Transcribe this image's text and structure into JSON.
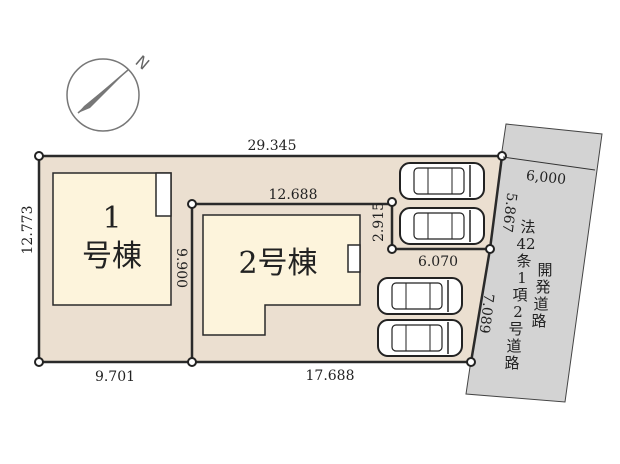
{
  "compass": {
    "north_label": "N"
  },
  "buildings": {
    "b1_number": "1",
    "b1_label": "号棟",
    "b2_label": "2号棟"
  },
  "dimensions": {
    "top": "29.345",
    "left": "12.773",
    "bottom_left": "9.701",
    "bottom_right": "17.688",
    "lot2_top": "12.688",
    "lot2_left": "9.900",
    "notch_height": "2.915",
    "notch_width": "6.070",
    "right_upper": "5.867",
    "right_lower": "7.089",
    "road_width": "6,000"
  },
  "road": {
    "line1": [
      "法",
      "42",
      "条",
      "1",
      "項",
      "2",
      "号",
      "道",
      "路"
    ],
    "line2": [
      "開",
      "発",
      "道",
      "路"
    ]
  },
  "colors": {
    "lot": "#ebdfd0",
    "building": "#fdf4dc",
    "road": "#d3d3d3",
    "line": "#2a2a2a"
  },
  "parking": {
    "car_count": 4
  }
}
